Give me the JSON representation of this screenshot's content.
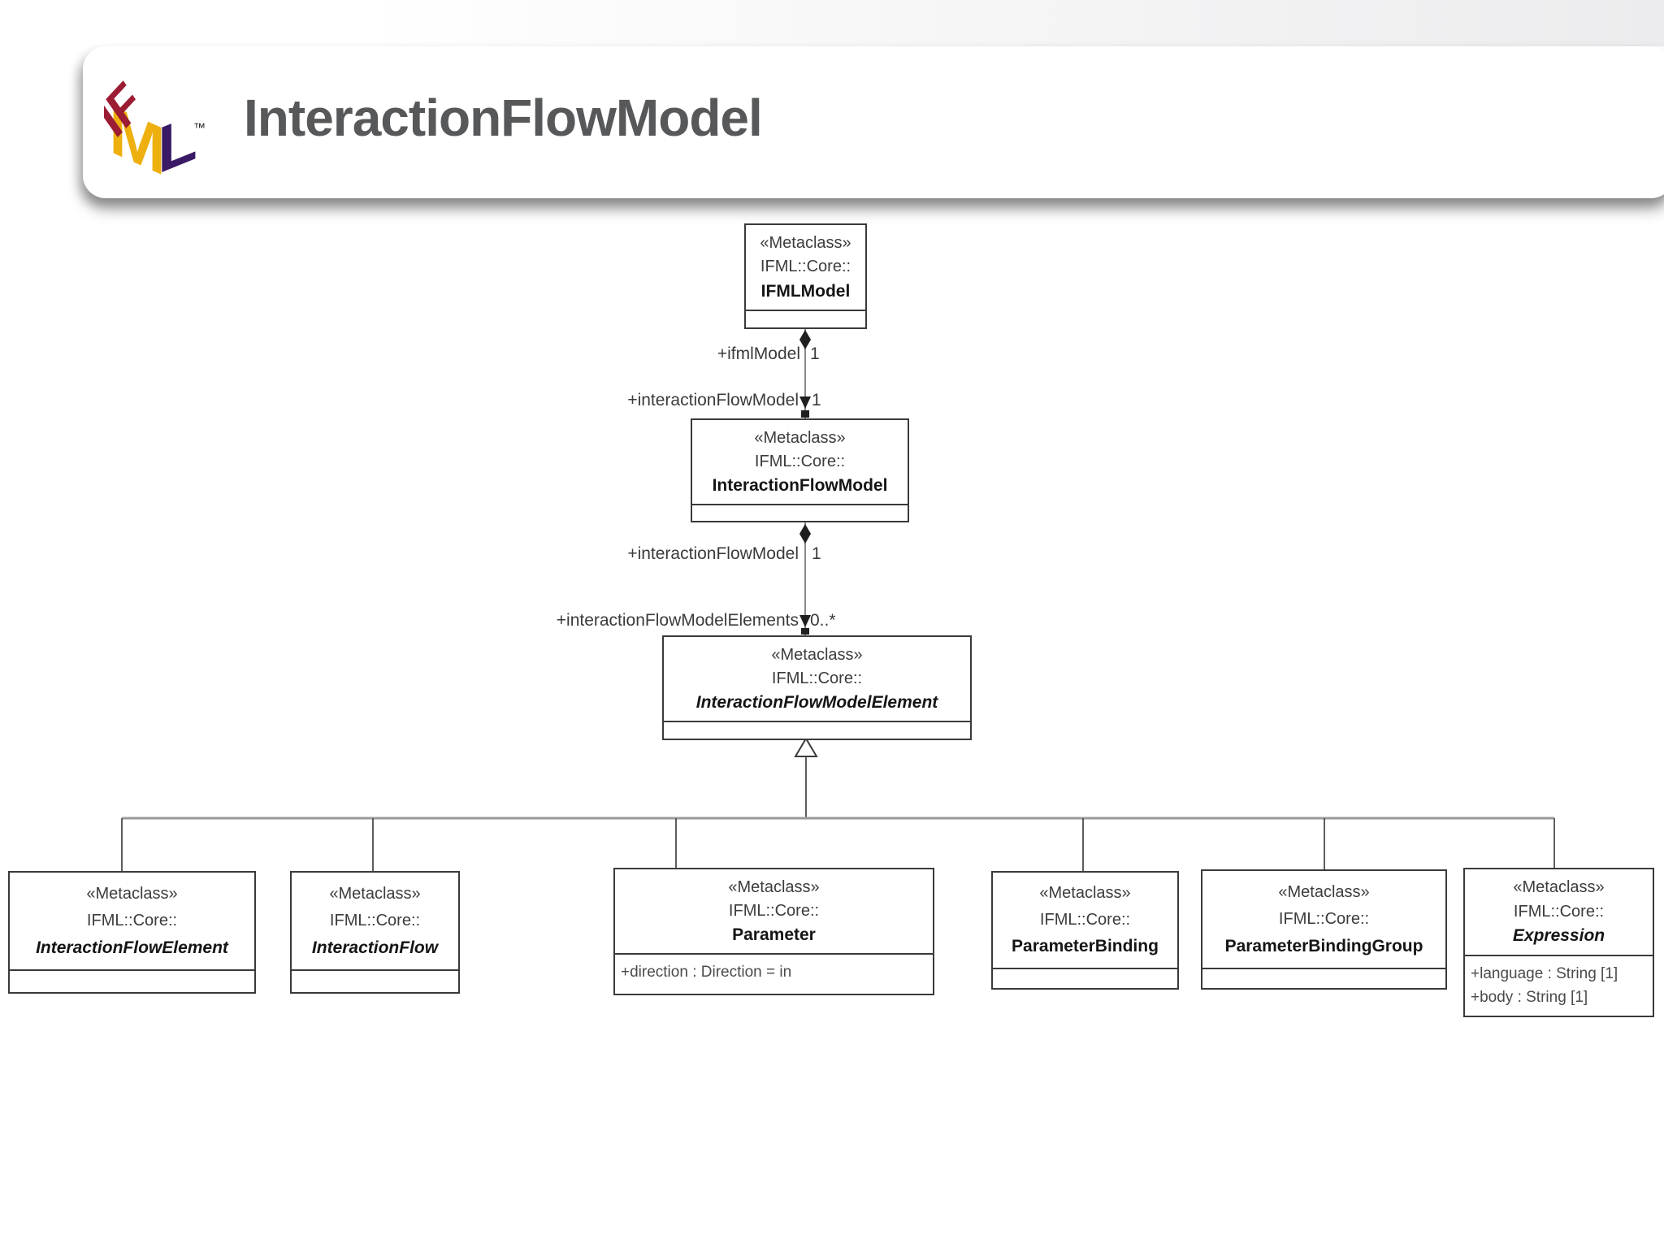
{
  "header": {
    "title": "InteractionFlowModel",
    "logo": {
      "part_if": "IF",
      "part_m": "M",
      "part_l": "L",
      "trademark": "™",
      "color_if": "#9c1c33",
      "color_m": "#eeb00f",
      "color_l": "#3a1a64",
      "color_tm": "#1a1a1a"
    }
  },
  "diagram": {
    "classes": [
      {
        "stereotype": "«Metaclass»",
        "package": "IFML::Core::",
        "name": "IFMLModel",
        "attributes": []
      },
      {
        "stereotype": "«Metaclass»",
        "package": "IFML::Core::",
        "name": "InteractionFlowModel",
        "attributes": []
      },
      {
        "stereotype": "«Metaclass»",
        "package": "IFML::Core::",
        "name": "InteractionFlowModelElement",
        "attributes": []
      },
      {
        "stereotype": "«Metaclass»",
        "package": "IFML::Core::",
        "name": "InteractionFlowElement",
        "attributes": []
      },
      {
        "stereotype": "«Metaclass»",
        "package": "IFML::Core::",
        "name": "InteractionFlow",
        "attributes": []
      },
      {
        "stereotype": "«Metaclass»",
        "package": "IFML::Core::",
        "name": "Parameter",
        "attributes": [
          "+direction : Direction = in"
        ]
      },
      {
        "stereotype": "«Metaclass»",
        "package": "IFML::Core::",
        "name": "ParameterBinding",
        "attributes": []
      },
      {
        "stereotype": "«Metaclass»",
        "package": "IFML::Core::",
        "name": "ParameterBindingGroup",
        "attributes": []
      },
      {
        "stereotype": "«Metaclass»",
        "package": "IFML::Core::",
        "name": "Expression",
        "attributes": [
          "+language : String [1]",
          "+body : String [1]"
        ]
      }
    ],
    "labels": {
      "ifmlModel_role": "+ifmlModel",
      "ifmlModel_mult": "1",
      "ifm_role_upper": "+interactionFlowModel",
      "ifm_mult_upper": "1",
      "ifm_role_lower": "+interactionFlowModel",
      "ifm_mult_lower": "1",
      "elements_role": "+interactionFlowModelElements",
      "elements_mult": "0..*"
    }
  }
}
